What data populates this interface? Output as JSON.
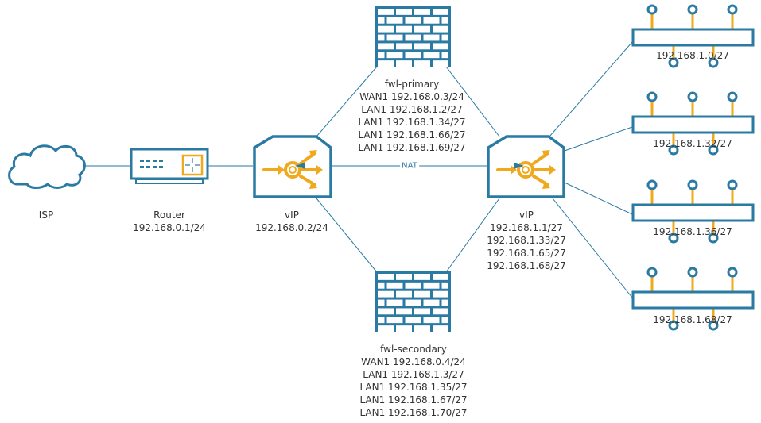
{
  "colors": {
    "primary": "#2a7aa3",
    "accent": "#f0a81c",
    "text": "#333333"
  },
  "nodes": {
    "isp": {
      "label": "ISP",
      "icon": "cloud-icon"
    },
    "router": {
      "label": "Router",
      "ip": "192.168.0.1/24",
      "icon": "router-icon"
    },
    "vip_wan": {
      "label": "vIP",
      "ips": [
        "192.168.0.2/24"
      ],
      "icon": "load-balancer-icon"
    },
    "fwl_primary": {
      "label": "fwl-primary",
      "interfaces": [
        "WAN1 192.168.0.3/24",
        "LAN1 192.168.1.2/27",
        "LAN1 192.168.1.34/27",
        "LAN1 192.168.1.66/27",
        "LAN1 192.168.1.69/27"
      ],
      "icon": "firewall-icon"
    },
    "fwl_secondary": {
      "label": "fwl-secondary",
      "interfaces": [
        "WAN1 192.168.0.4/24",
        "LAN1 192.168.1.3/27",
        "LAN1 192.168.1.35/27",
        "LAN1 192.168.1.67/27",
        "LAN1 192.168.1.70/27"
      ],
      "icon": "firewall-icon"
    },
    "vip_lan": {
      "label": "vIP",
      "ips": [
        "192.168.1.1/27",
        "192.168.1.33/27",
        "192.168.1.65/27",
        "192.168.1.68/27"
      ],
      "icon": "load-balancer-icon"
    }
  },
  "links": {
    "nat_label": "NAT"
  },
  "segments": [
    {
      "subnet": "192.168.1.0/27",
      "icon": "subnet-icon"
    },
    {
      "subnet": "192.168.1.32/27",
      "icon": "subnet-icon"
    },
    {
      "subnet": "192.168.1.36/27",
      "icon": "subnet-icon"
    },
    {
      "subnet": "192.168.1.68/27",
      "icon": "subnet-icon"
    }
  ]
}
